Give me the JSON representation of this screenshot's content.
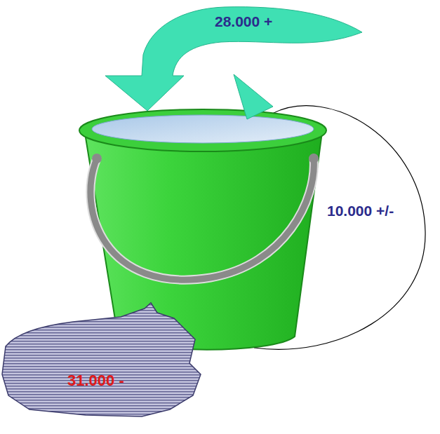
{
  "diagram": {
    "nodes": [
      {
        "text": [
          "31.000 -"
        ]
      }
    ],
    "labels": [
      "28.000 +",
      "10.000 +/-"
    ]
  }
}
